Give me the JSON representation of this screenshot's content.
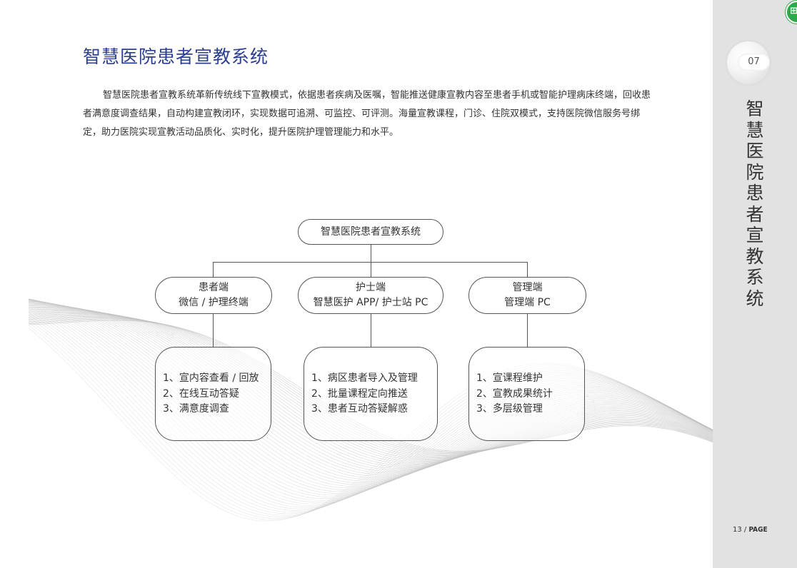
{
  "title": "智慧医院患者宣教系统",
  "intro": "智慧医院患者宣教系统革新传统线下宣教模式，依据患者疾病及医嘱，智能推送健康宣教内容至患者手机或智能护理病床终端，回收患者满意度调查结果，自动构建宣教闭环，实现数据可追溯、可监控、可评测。海量宣教课程，门诊、住院双模式，支持医院微信服务号绑定，助力医院实现宣教活动品质化、实时化，提升医院护理管理能力和水平。",
  "diagram": {
    "root": "智慧医院患者宣教系统",
    "branches": [
      {
        "line1": "患者端",
        "line2": "微信 / 护理终端",
        "items": [
          "1、宣内容查看 / 回放",
          "2、在线互动答疑",
          "3、满意度调查"
        ]
      },
      {
        "line1": "护士端",
        "line2": "智慧医护 APP/ 护士站 PC",
        "items": [
          "1、病区患者导入及管理",
          "2、批量课程定向推送",
          "3、患者互动答疑解惑"
        ]
      },
      {
        "line1": "管理端",
        "line2": "管理端 PC",
        "items": [
          "1、宣课程维护",
          "2、宣教成果统计",
          "3、多层级管理"
        ]
      }
    ]
  },
  "sidebar": {
    "chapter": "07",
    "vertical_title": [
      "智",
      "慧",
      "医",
      "院",
      "患",
      "者",
      "宣",
      "教",
      "系",
      "统"
    ],
    "page_number": "13",
    "page_label": "PAGE",
    "page_sep": "/"
  }
}
